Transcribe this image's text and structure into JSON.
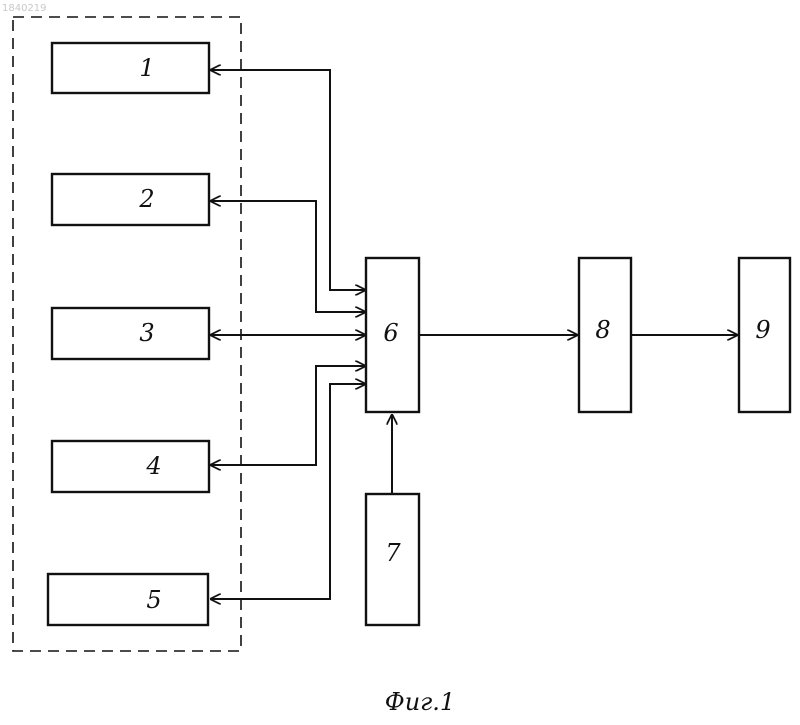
{
  "document_number": "1840219",
  "blocks": {
    "b1": "1",
    "b2": "2",
    "b3": "3",
    "b4": "4",
    "b5": "5",
    "b6": "6",
    "b7": "7",
    "b8": "8",
    "b9": "9"
  },
  "caption": "Фиг.1"
}
